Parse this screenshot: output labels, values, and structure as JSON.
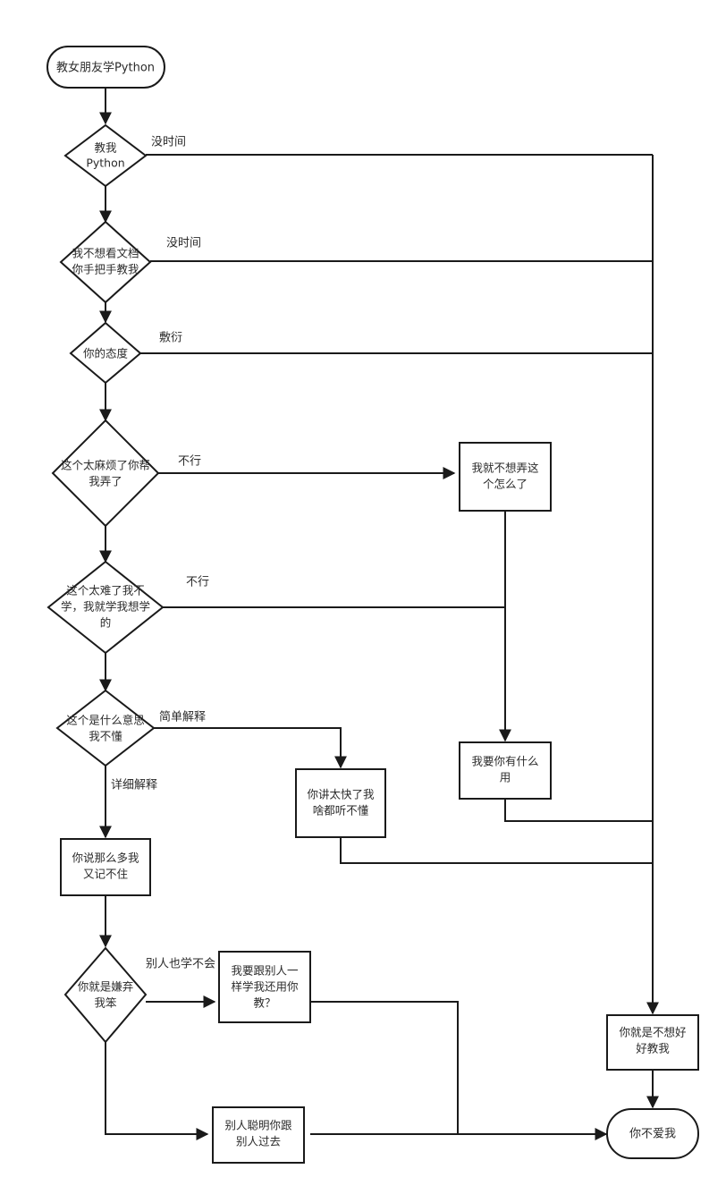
{
  "diagram": {
    "title": "教女朋友学Python",
    "type": "flowchart",
    "background_color": "#ffffff",
    "line_color": "#1a1a1a",
    "text_color": "#2b2b2b",
    "nodes": [
      {
        "id": "start",
        "shape": "terminal",
        "lines": [
          "教女朋友学Python"
        ]
      },
      {
        "id": "d1",
        "shape": "diamond",
        "lines": [
          "教我",
          "Python"
        ]
      },
      {
        "id": "d2",
        "shape": "diamond",
        "lines": [
          "我不想看文档",
          "你手把手教我"
        ]
      },
      {
        "id": "d3",
        "shape": "diamond",
        "lines": [
          "你的态度"
        ]
      },
      {
        "id": "d4",
        "shape": "diamond",
        "lines": [
          "这个太麻烦了你帮",
          "我弄了"
        ]
      },
      {
        "id": "d5",
        "shape": "diamond",
        "lines": [
          "这个太难了我不",
          "学，我就学我想学",
          "的"
        ]
      },
      {
        "id": "d6",
        "shape": "diamond",
        "lines": [
          "这个是什么意思",
          "我不懂"
        ]
      },
      {
        "id": "b_nong",
        "shape": "rect",
        "lines": [
          "我就不想弄这",
          "个怎么了"
        ]
      },
      {
        "id": "b_yong",
        "shape": "rect",
        "lines": [
          "我要你有什么",
          "用"
        ]
      },
      {
        "id": "b_kuai",
        "shape": "rect",
        "lines": [
          "你讲太快了我",
          "啥都听不懂"
        ]
      },
      {
        "id": "b_jizhu",
        "shape": "rect",
        "lines": [
          "你说那么多我",
          "又记不住"
        ]
      },
      {
        "id": "d7",
        "shape": "diamond",
        "lines": [
          "你就是嫌弃",
          "我笨"
        ]
      },
      {
        "id": "b_genren",
        "shape": "rect",
        "lines": [
          "我要跟别人一",
          "样学我还用你",
          "教？"
        ]
      },
      {
        "id": "b_congming",
        "shape": "rect",
        "lines": [
          "别人聪明你跟",
          "别人过去"
        ]
      },
      {
        "id": "b_buxiang",
        "shape": "rect",
        "lines": [
          "你就是不想好",
          "好教我"
        ]
      },
      {
        "id": "end",
        "shape": "terminal",
        "lines": [
          "你不爱我"
        ]
      }
    ],
    "edge_labels": [
      {
        "id": "lbl_meishijian_1",
        "text": "没时间"
      },
      {
        "id": "lbl_meishijian_2",
        "text": "没时间"
      },
      {
        "id": "lbl_fuyan",
        "text": "敷衍"
      },
      {
        "id": "lbl_buxing_1",
        "text": "不行"
      },
      {
        "id": "lbl_buxing_2",
        "text": "不行"
      },
      {
        "id": "lbl_jiandan",
        "text": "简单解释"
      },
      {
        "id": "lbl_xiangxi",
        "text": "详细解释"
      },
      {
        "id": "lbl_bieren",
        "text": "别人也学不会"
      }
    ]
  }
}
